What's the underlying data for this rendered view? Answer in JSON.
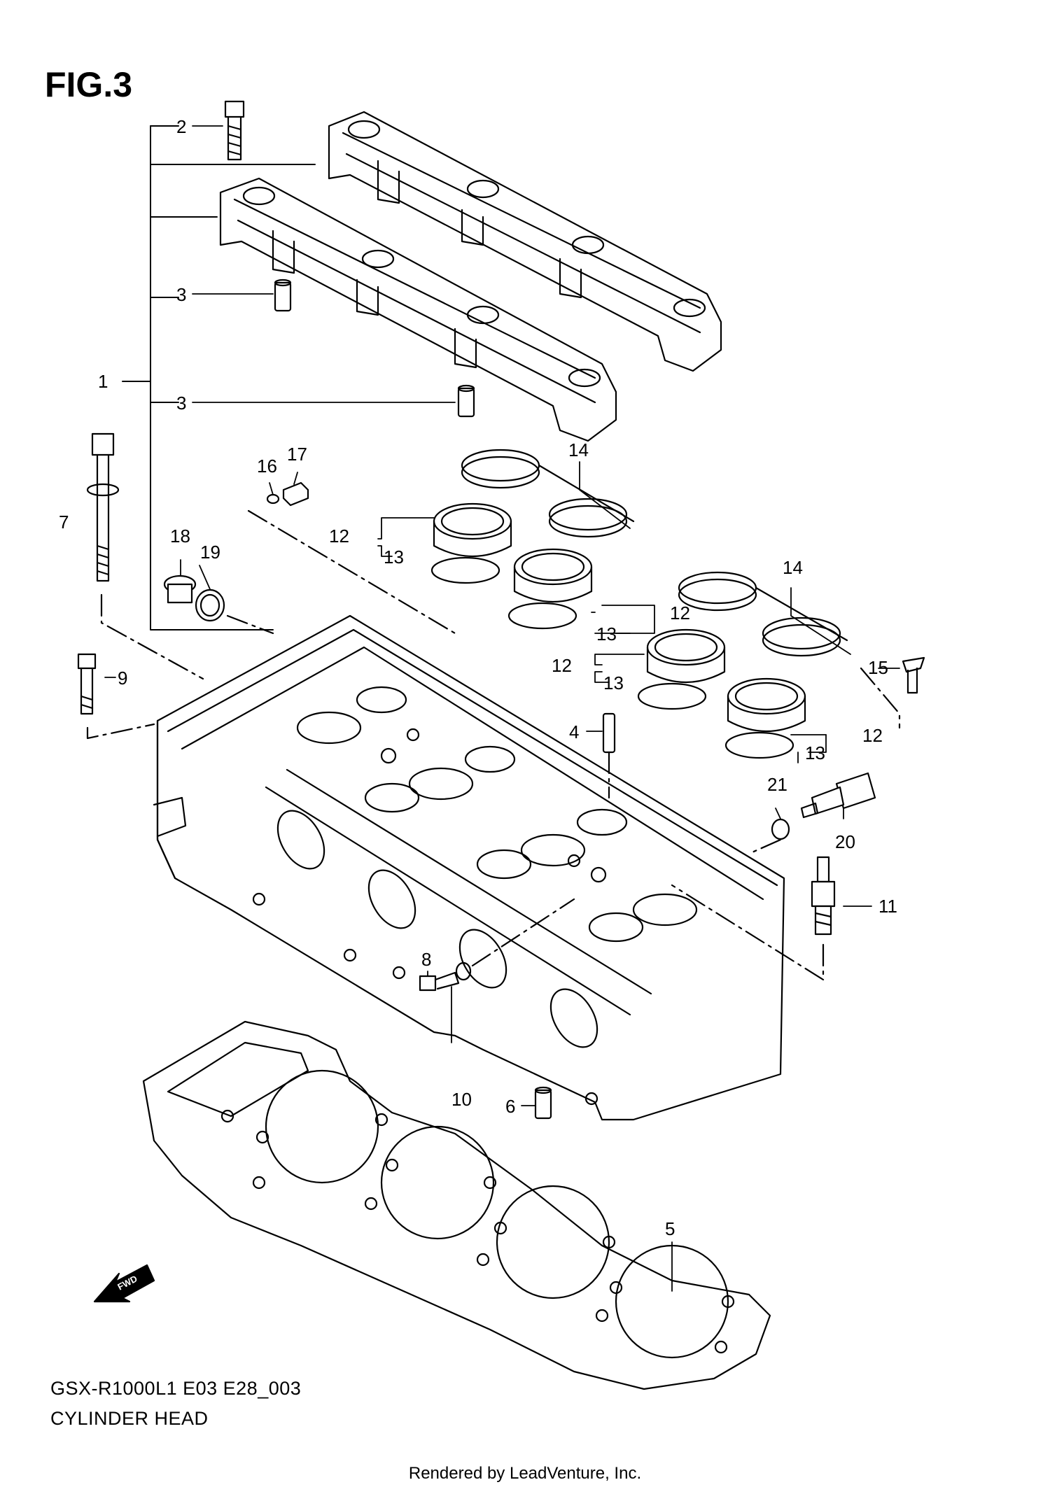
{
  "figure": {
    "title": "FIG.3",
    "model_code": "GSX-R1000L1 E03 E28_003",
    "part_name": "CYLINDER HEAD",
    "footer": "Rendered by LeadVenture, Inc.",
    "fwd_badge": "FWD"
  },
  "callouts": [
    {
      "id": "1",
      "label": "1"
    },
    {
      "id": "2",
      "label": "2"
    },
    {
      "id": "3a",
      "label": "3"
    },
    {
      "id": "3b",
      "label": "3"
    },
    {
      "id": "4",
      "label": "4"
    },
    {
      "id": "5",
      "label": "5"
    },
    {
      "id": "6",
      "label": "6"
    },
    {
      "id": "7",
      "label": "7"
    },
    {
      "id": "8",
      "label": "8"
    },
    {
      "id": "9",
      "label": "9"
    },
    {
      "id": "10",
      "label": "10"
    },
    {
      "id": "11",
      "label": "11"
    },
    {
      "id": "12a",
      "label": "12"
    },
    {
      "id": "12b",
      "label": "12"
    },
    {
      "id": "12c",
      "label": "12"
    },
    {
      "id": "12d",
      "label": "12"
    },
    {
      "id": "13a",
      "label": "13"
    },
    {
      "id": "13b",
      "label": "13"
    },
    {
      "id": "13c",
      "label": "13"
    },
    {
      "id": "13d",
      "label": "13"
    },
    {
      "id": "14a",
      "label": "14"
    },
    {
      "id": "14b",
      "label": "14"
    },
    {
      "id": "15",
      "label": "15"
    },
    {
      "id": "16",
      "label": "16"
    },
    {
      "id": "17",
      "label": "17"
    },
    {
      "id": "18",
      "label": "18"
    },
    {
      "id": "19",
      "label": "19"
    },
    {
      "id": "20",
      "label": "20"
    },
    {
      "id": "21",
      "label": "21"
    }
  ]
}
